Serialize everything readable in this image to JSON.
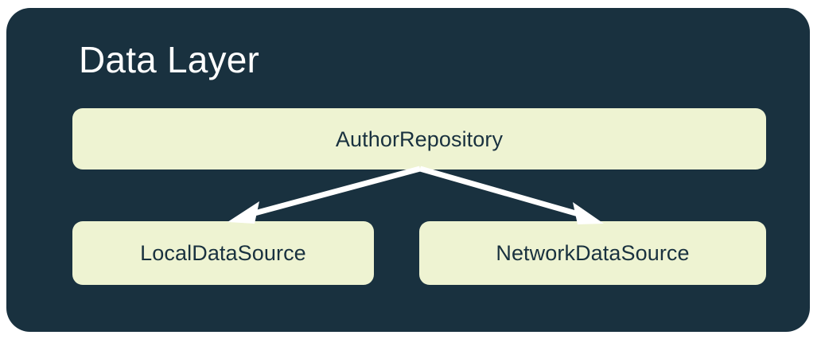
{
  "panel": {
    "title": "Data Layer",
    "background_color": "#19313F",
    "title_color": "#FFFFFF"
  },
  "theme": {
    "card_fill": "#EEF3D2",
    "card_text": "#19313F",
    "arrow_color": "#FFFFFF",
    "page_background": "#FFFFFF"
  },
  "nodes": [
    {
      "id": "repository",
      "label": "AuthorRepository"
    },
    {
      "id": "local",
      "label": "LocalDataSource"
    },
    {
      "id": "network",
      "label": "NetworkDataSource"
    }
  ],
  "edges": [
    {
      "from": "repository",
      "to": "local",
      "direction": "to",
      "style": "solid-arrow"
    },
    {
      "from": "repository",
      "to": "network",
      "direction": "to",
      "style": "solid-arrow"
    }
  ]
}
